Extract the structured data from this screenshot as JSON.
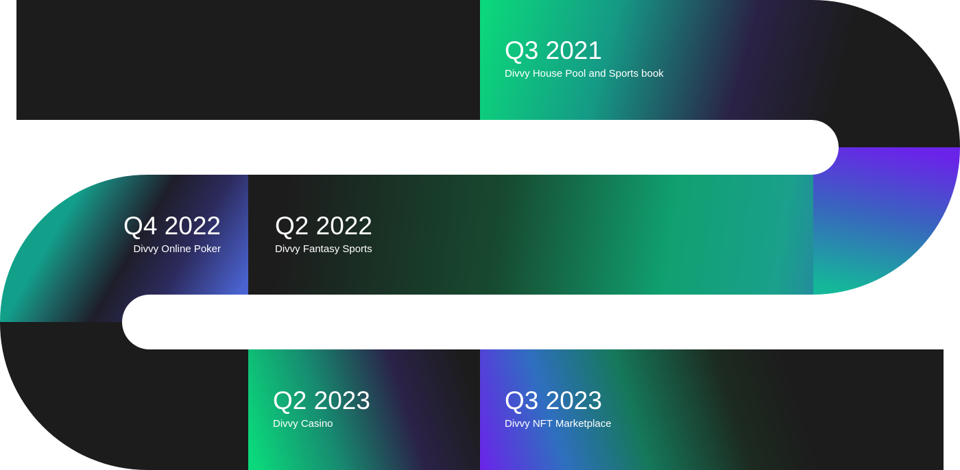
{
  "colors": {
    "track_dark": "#1c1c1c",
    "green": "#0bd77b",
    "teal": "#14b899",
    "blue": "#3b6ac8",
    "purple": "#6a24e9",
    "background": "#ffffff",
    "text": "#ffffff"
  },
  "milestones": [
    {
      "quarter": "Q3 2021",
      "product": "Divvy House Pool and Sports book"
    },
    {
      "quarter": "Q4 2022",
      "product": "Divvy Online Poker"
    },
    {
      "quarter": "Q2 2022",
      "product": "Divvy Fantasy Sports"
    },
    {
      "quarter": "Q2 2023",
      "product": "Divvy Casino"
    },
    {
      "quarter": "Q3 2023",
      "product": "Divvy NFT Marketplace"
    }
  ]
}
